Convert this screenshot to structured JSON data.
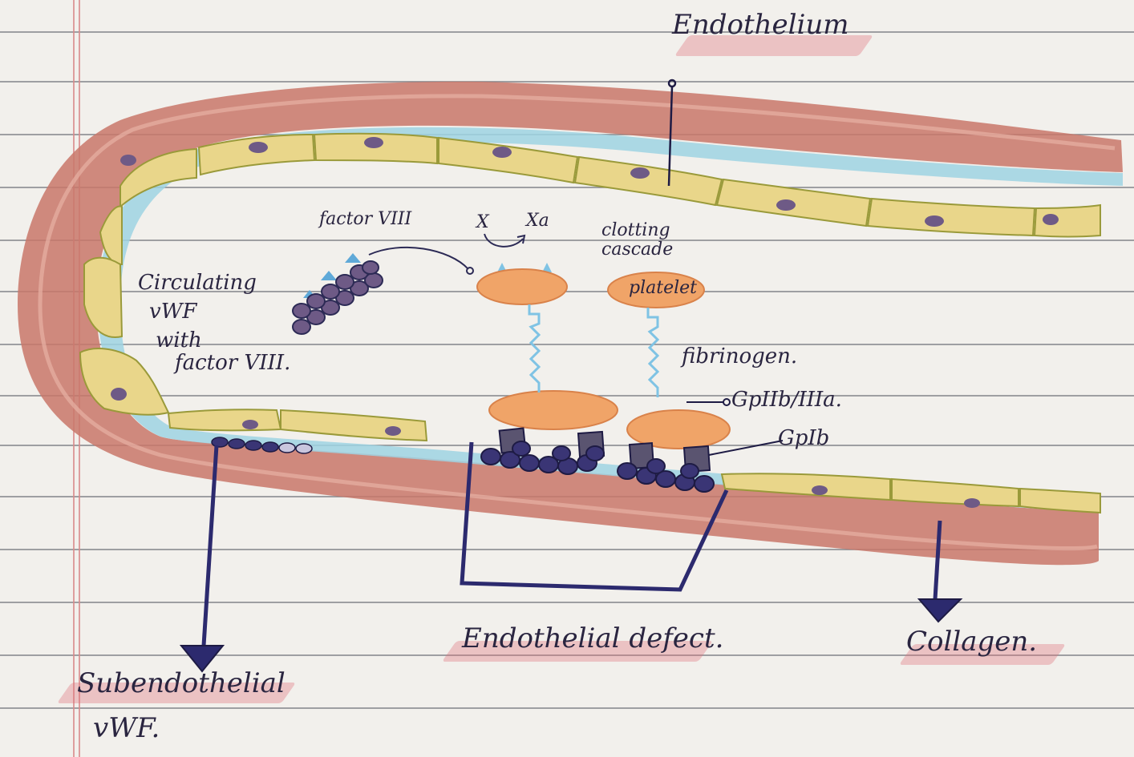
{
  "labels": {
    "endothelium": "Endothelium",
    "factor_viii": "factor VIII",
    "factor_x": "X",
    "factor_xa": "Xa",
    "clotting_cascade_1": "clotting",
    "clotting_cascade_2": "cascade",
    "platelet": "platelet",
    "circulating_1": "Circulating",
    "circulating_2": "vWF",
    "circulating_3": "with",
    "circulating_4": "factor VIII.",
    "fibrinogen": "fibrinogen.",
    "gpiib_iiia": "GpIIb/IIIa.",
    "gpib": "GpIb",
    "endothelial_defect": "Endothelial defect.",
    "collagen": "Collagen.",
    "subendothelial_1": "Subendothelial",
    "subendothelial_2": "vWF."
  },
  "colors": {
    "paper": "#f2f0ec",
    "ruled_line": "#5f6068",
    "margin_line": "#d98a8a",
    "vessel_wall": "#c9776a",
    "intima_blue": "#9fd3e3",
    "endothelial_cell": "#e9d68a",
    "nucleus": "#6e5a86",
    "platelet": "#f0a468",
    "pen_ink": "#2c2a6e",
    "highlight": "#e06e78"
  }
}
